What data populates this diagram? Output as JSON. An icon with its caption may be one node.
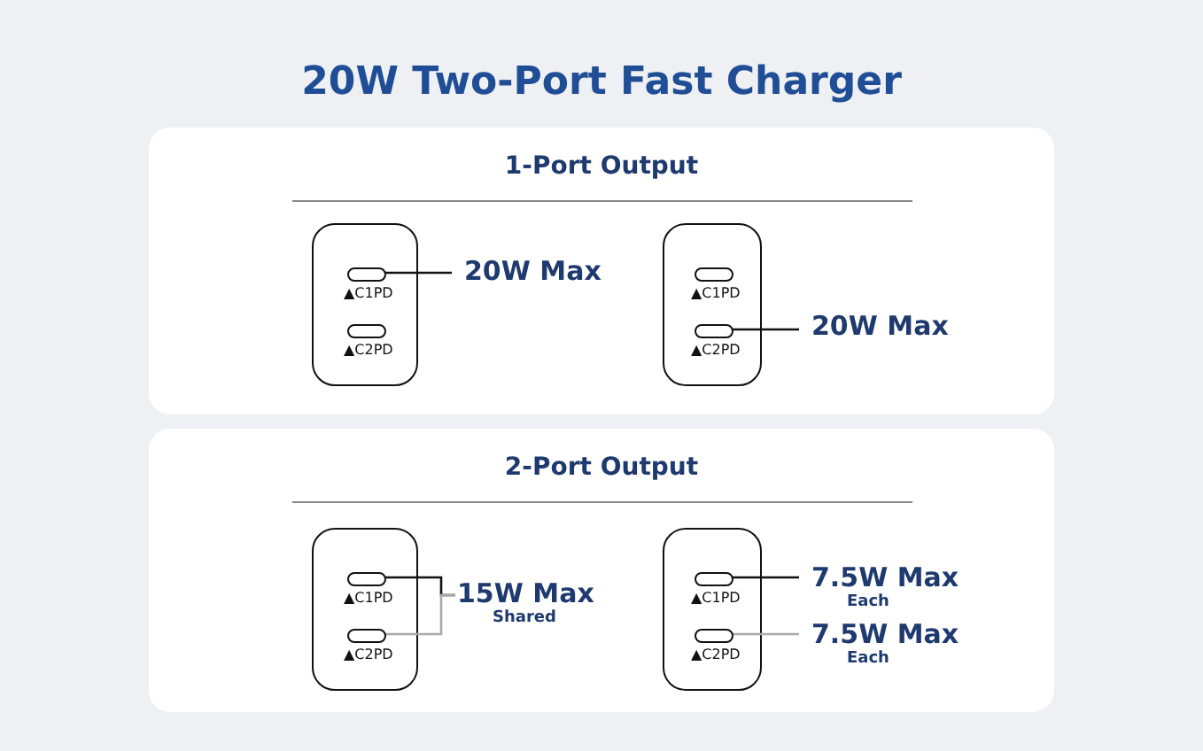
{
  "diagram": {
    "title": "20W Two-Port Fast Charger",
    "nodes": [
      {
        "text": [
          "1-Port Output"
        ]
      },
      {
        "text": [],
        "shape": "box",
        "in": 0
      },
      {
        "text": [],
        "shape": "box",
        "in": 1,
        "beside": [
          "▲C1PD"
        ]
      },
      {
        "text": [],
        "shape": "box",
        "in": 1,
        "beside": [
          "▲C2PD"
        ]
      },
      {
        "text": [
          "20W Max"
        ],
        "in": 0
      },
      {
        "text": [],
        "shape": "box",
        "in": 0
      },
      {
        "text": [],
        "shape": "box",
        "in": 5,
        "beside": [
          "▲C1PD"
        ]
      },
      {
        "text": [],
        "shape": "box",
        "in": 5,
        "beside": [
          "▲C2PD"
        ]
      },
      {
        "text": [
          "20W Max"
        ],
        "in": 0
      },
      {
        "text": [
          "2-Port Output"
        ]
      },
      {
        "text": [],
        "shape": "box",
        "in": 9
      },
      {
        "text": [],
        "shape": "box",
        "in": 10,
        "beside": [
          "▲C1PD"
        ]
      },
      {
        "text": [],
        "shape": "box",
        "in": 10,
        "beside": [
          "▲C2PD"
        ]
      },
      {
        "text": [
          "15W Max",
          "Shared"
        ],
        "in": 9
      },
      {
        "text": [],
        "shape": "box",
        "in": 9
      },
      {
        "text": [],
        "shape": "box",
        "in": 14,
        "beside": [
          "▲C1PD"
        ]
      },
      {
        "text": [],
        "shape": "box",
        "in": 14,
        "beside": [
          "▲C2PD"
        ]
      },
      {
        "text": [
          "7.5W Max",
          "Each"
        ],
        "in": 9
      },
      {
        "text": [
          "7.5W Max",
          "Each"
        ],
        "in": 9
      }
    ],
    "edges": [
      {
        "from": 2,
        "to": 4,
        "arrow": "none"
      },
      {
        "from": 7,
        "to": 8,
        "arrow": "none"
      },
      {
        "from": 11,
        "to": 13,
        "arrow": "none"
      },
      {
        "from": 12,
        "to": 13,
        "arrow": "none",
        "color": "#a9a9a9"
      },
      {
        "from": 15,
        "to": 17,
        "arrow": "none"
      },
      {
        "from": 16,
        "to": 18,
        "arrow": "none",
        "color": "#a9a9a9"
      }
    ]
  }
}
